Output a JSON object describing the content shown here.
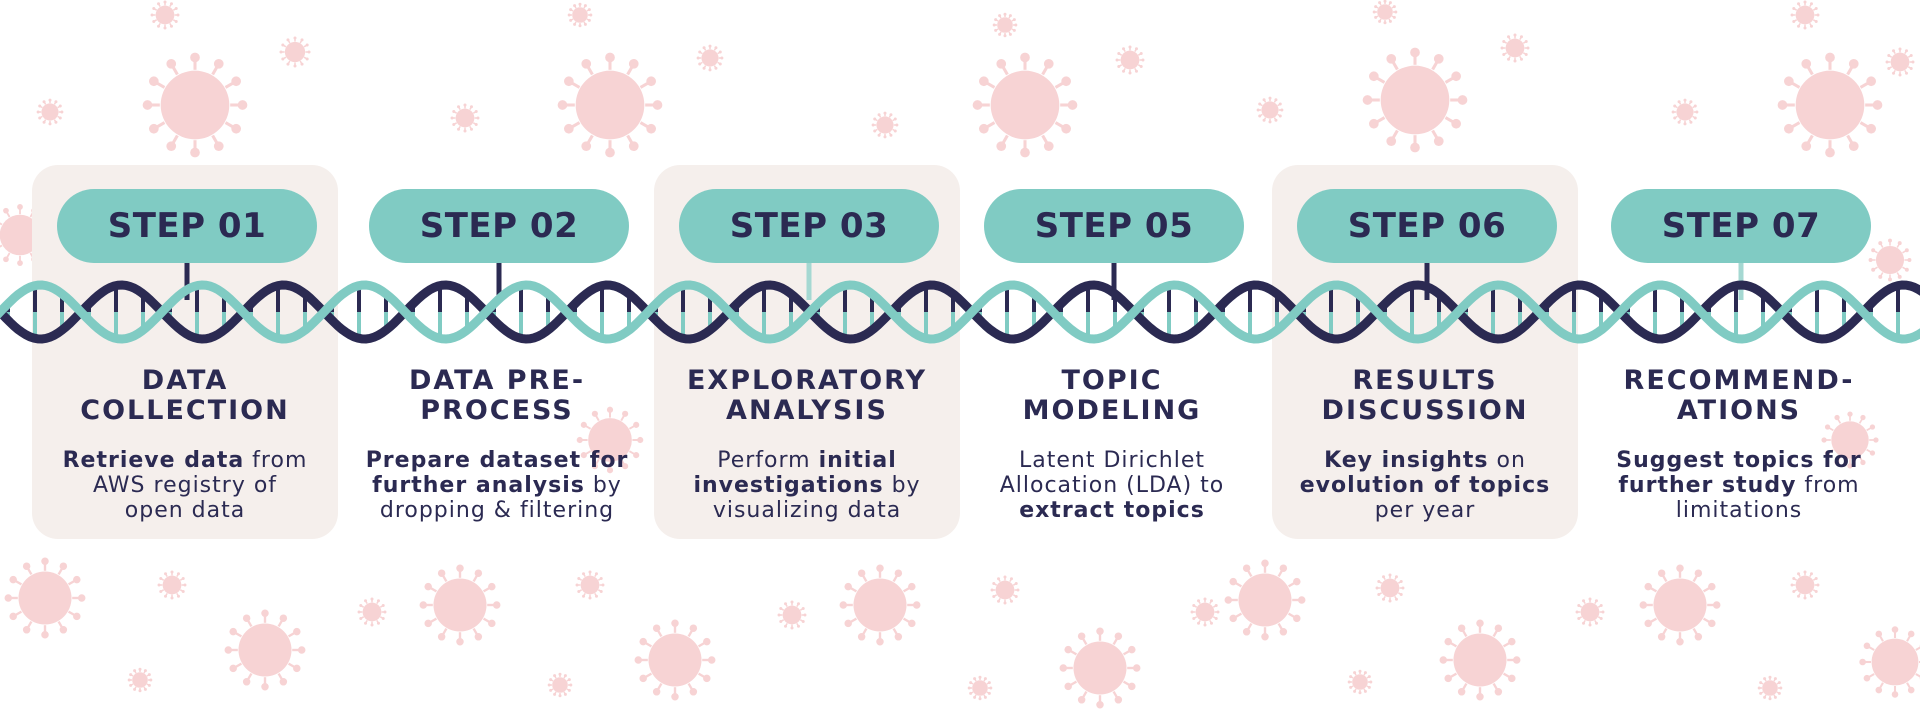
{
  "colors": {
    "navy": "#2b2a52",
    "teal": "#80cbc3",
    "card_bg": "#f5efec",
    "virus_pink": "#f7d3d4"
  },
  "background_icon": "virus-icon",
  "steps": [
    {
      "label": "STEP 01",
      "title_lines": [
        "DATA",
        "COLLECTION"
      ],
      "desc_lines": [
        [
          {
            "text": "Retrieve data",
            "bold": true
          },
          {
            "text": " from",
            "bold": false
          }
        ],
        [
          {
            "text": "AWS registry of",
            "bold": false
          }
        ],
        [
          {
            "text": "open data",
            "bold": false
          }
        ]
      ],
      "card": true
    },
    {
      "label": "STEP 02",
      "title_lines": [
        "DATA PRE-",
        "PROCESS"
      ],
      "desc_lines": [
        [
          {
            "text": "Prepare dataset for",
            "bold": true
          }
        ],
        [
          {
            "text": "further analysis",
            "bold": true
          },
          {
            "text": " by",
            "bold": false
          }
        ],
        [
          {
            "text": "dropping & filtering",
            "bold": false
          }
        ]
      ],
      "card": false
    },
    {
      "label": "STEP 03",
      "title_lines": [
        "EXPLORATORY",
        "ANALYSIS"
      ],
      "desc_lines": [
        [
          {
            "text": "Perform ",
            "bold": false
          },
          {
            "text": "initial",
            "bold": true
          }
        ],
        [
          {
            "text": "investigations",
            "bold": true
          },
          {
            "text": " by",
            "bold": false
          }
        ],
        [
          {
            "text": "visualizing data",
            "bold": false
          }
        ]
      ],
      "card": true
    },
    {
      "label": "STEP 05",
      "title_lines": [
        "TOPIC",
        "MODELING"
      ],
      "desc_lines": [
        [
          {
            "text": "Latent Dirichlet",
            "bold": false
          }
        ],
        [
          {
            "text": "Allocation (LDA) to",
            "bold": false
          }
        ],
        [
          {
            "text": "extract topics",
            "bold": true
          }
        ]
      ],
      "card": false
    },
    {
      "label": "STEP 06",
      "title_lines": [
        "RESULTS",
        "DISCUSSION"
      ],
      "desc_lines": [
        [
          {
            "text": "Key insights",
            "bold": true
          },
          {
            "text": " on",
            "bold": false
          }
        ],
        [
          {
            "text": "evolution of topics",
            "bold": true
          }
        ],
        [
          {
            "text": "per year",
            "bold": false
          }
        ]
      ],
      "card": true
    },
    {
      "label": "STEP 07",
      "title_lines": [
        "RECOMMEND-",
        "ATIONS"
      ],
      "desc_lines": [
        [
          {
            "text": "Suggest topics for",
            "bold": true
          }
        ],
        [
          {
            "text": "further study",
            "bold": true
          },
          {
            "text": " from",
            "bold": false
          }
        ],
        [
          {
            "text": "limitations",
            "bold": false
          }
        ]
      ],
      "card": false
    }
  ]
}
